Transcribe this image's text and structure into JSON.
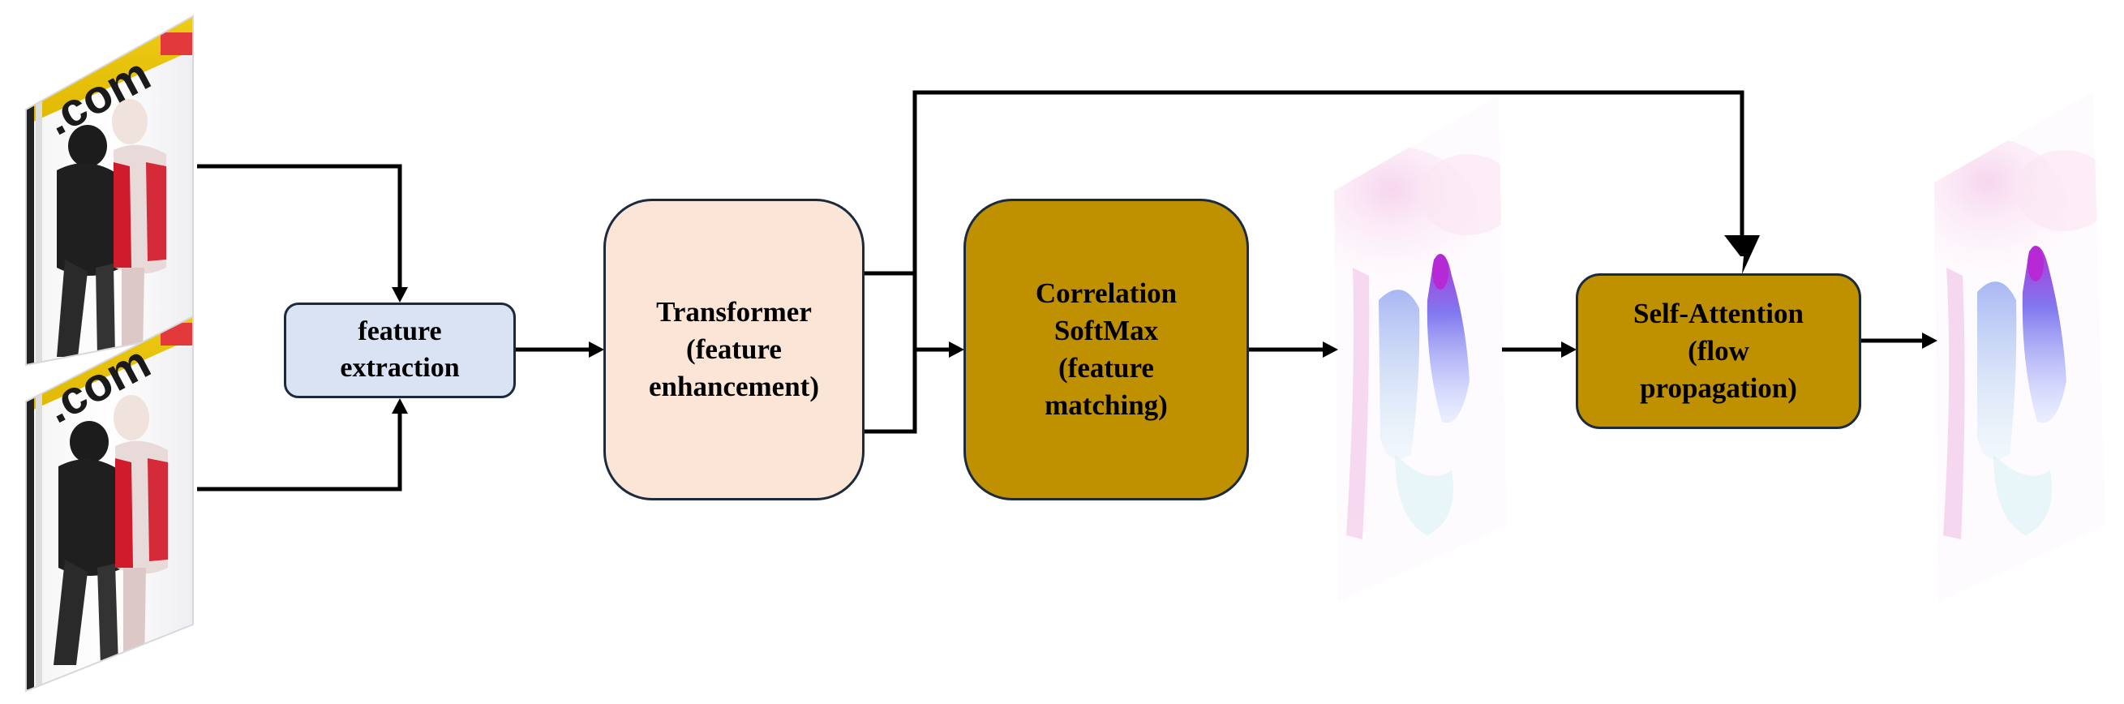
{
  "diagram": {
    "nodes": {
      "feature_extraction": {
        "label": "feature\nextraction",
        "fill": "#dae3f3"
      },
      "transformer": {
        "label": "Transformer\n(feature\nenhancement)",
        "fill": "#fbe5d6"
      },
      "correlation": {
        "label": "Correlation\nSoftMax\n(feature\nmatching)",
        "fill": "#bf9000"
      },
      "self_attention": {
        "label": "Self-Attention\n(flow\npropagation)",
        "fill": "#bf9000"
      }
    },
    "images": {
      "frame_1": "video frame 1 (hockey players)",
      "frame_2": "video frame 2 (hockey players)",
      "flow_initial": "initial optical flow map",
      "flow_refined": "refined optical flow map"
    },
    "edges": [
      {
        "from": "frame_1",
        "to": "feature_extraction"
      },
      {
        "from": "frame_2",
        "to": "feature_extraction"
      },
      {
        "from": "feature_extraction",
        "to": "transformer"
      },
      {
        "from": "transformer",
        "to": "correlation"
      },
      {
        "from": "transformer",
        "to": "self_attention"
      },
      {
        "from": "correlation",
        "to": "flow_initial"
      },
      {
        "from": "flow_initial",
        "to": "self_attention"
      },
      {
        "from": "self_attention",
        "to": "flow_refined"
      }
    ],
    "colors": {
      "line": "#000000",
      "box_border": "#1b2a3c"
    }
  }
}
